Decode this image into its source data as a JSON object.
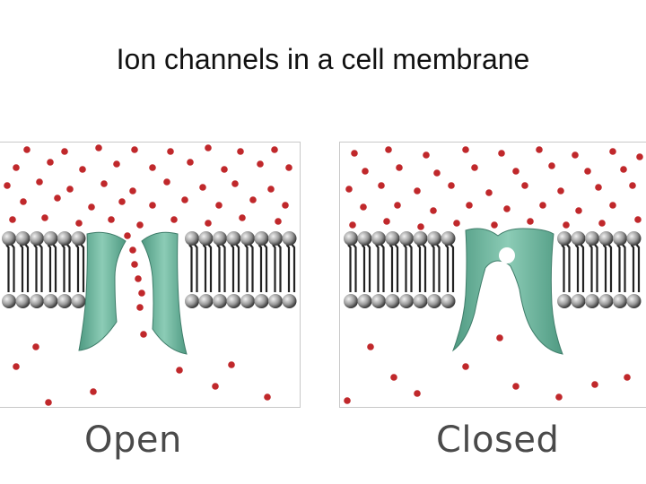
{
  "title": "Ion channels in a cell membrane",
  "panels": [
    {
      "id": "open",
      "label": "Open"
    },
    {
      "id": "closed",
      "label": "Closed"
    }
  ],
  "colors": {
    "ion": "#c0282b",
    "channel": "#6fb59e",
    "channel_edge": "#3f7d6a",
    "lipid_head": "#8c8c8c",
    "lipid_tail": "#222222"
  }
}
